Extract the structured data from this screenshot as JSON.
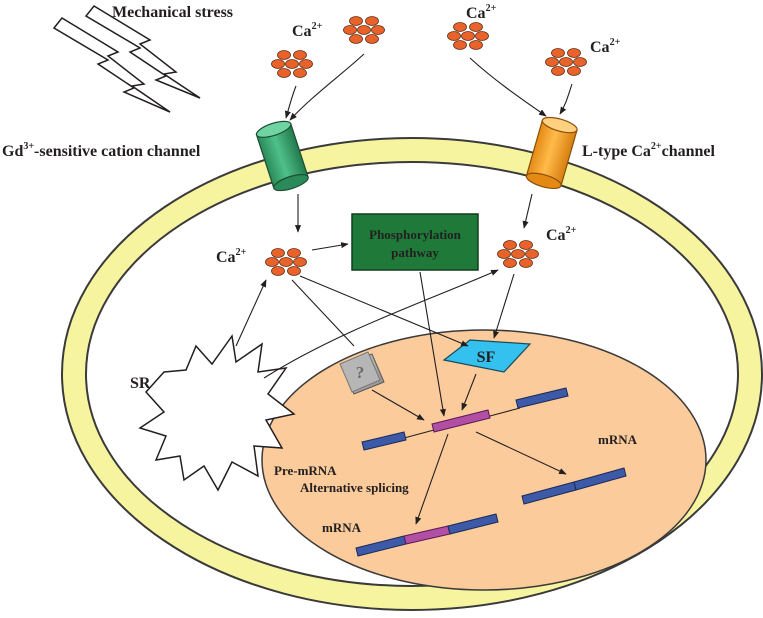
{
  "labels": {
    "mechanical_stress": "Mechanical stress",
    "gd_channel_pre": "Gd",
    "gd_channel_sup": "3+",
    "gd_channel_post": "-sensitive cation channel",
    "ltype_channel_pre": "L-type Ca",
    "ltype_channel_sup": "2+",
    "ltype_channel_post": "channel",
    "ca_base": "Ca",
    "ca_sup": "2+",
    "phosphorylation_line1": "Phosphorylation",
    "phosphorylation_line2": "pathway",
    "sr": "SR",
    "sf": "SF",
    "question_mark": "?",
    "pre_mrna": "Pre-mRNA",
    "alternative_splicing": "Alternative splicing",
    "mrna_right": "mRNA",
    "mrna_left": "mRNA"
  },
  "colors": {
    "membrane_fill": "#f7f4a0",
    "membrane_stroke": "#3a3a3a",
    "cytoplasm": "#ffffff",
    "nucleus": "#fbcb9b",
    "ion": "#e8622a",
    "ion_stroke": "#5a2a14",
    "gd_channel": "#3aa370",
    "ltype_channel": "#f7a12c",
    "phosphorylation_box": "#1f7a3a",
    "sf_diamond": "#35c1ef",
    "question_box": "#a8a8a8",
    "exon_blue": "#3d5aa8",
    "exon_magenta": "#b04fa3"
  },
  "icons": {
    "mechanical_stress": "lightning-bolts-icon",
    "sr": "starburst-icon",
    "unknown": "question-mark-icon",
    "channel": "cylinder-channel-icon"
  }
}
